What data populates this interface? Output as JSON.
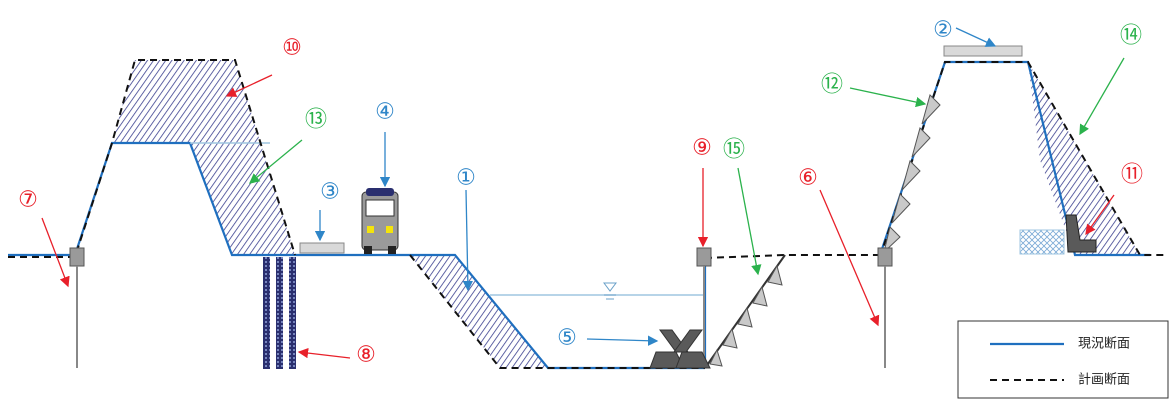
{
  "colors": {
    "existing_line": "#1f6fbf",
    "planned_line": "#111111",
    "red": "#e8202a",
    "blue": "#2f86c8",
    "green": "#2bb24c",
    "hatch": "#3a3f8f",
    "water": "#9fc6e0",
    "post": "#888888",
    "block": "#bdbdbd"
  },
  "labels": [
    {
      "id": "1",
      "glyph": "①",
      "color": "blue"
    },
    {
      "id": "2",
      "glyph": "②",
      "color": "blue"
    },
    {
      "id": "3",
      "glyph": "③",
      "color": "blue"
    },
    {
      "id": "4",
      "glyph": "④",
      "color": "blue"
    },
    {
      "id": "5",
      "glyph": "⑤",
      "color": "blue"
    },
    {
      "id": "6",
      "glyph": "⑥",
      "color": "red"
    },
    {
      "id": "7",
      "glyph": "⑦",
      "color": "red"
    },
    {
      "id": "8",
      "glyph": "⑧",
      "color": "red"
    },
    {
      "id": "9",
      "glyph": "⑨",
      "color": "red"
    },
    {
      "id": "10",
      "glyph": "⑩",
      "color": "red"
    },
    {
      "id": "11",
      "glyph": "⑪",
      "color": "red"
    },
    {
      "id": "12",
      "glyph": "⑫",
      "color": "green"
    },
    {
      "id": "13",
      "glyph": "⑬",
      "color": "green"
    },
    {
      "id": "14",
      "glyph": "⑭",
      "color": "green"
    },
    {
      "id": "15",
      "glyph": "⑮",
      "color": "green"
    }
  ],
  "legend": {
    "existing": "現況断面",
    "planned": "計画断面"
  }
}
